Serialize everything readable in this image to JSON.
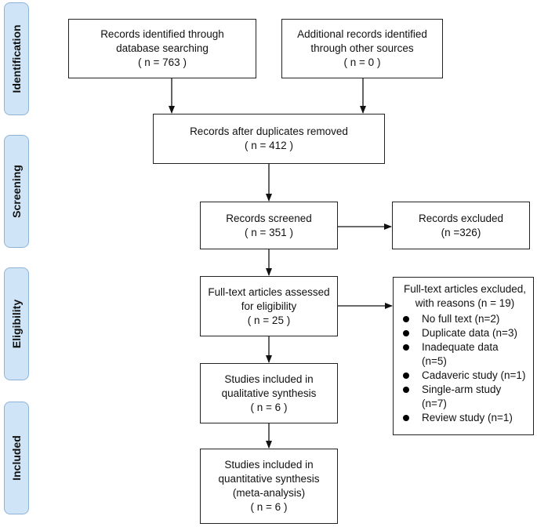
{
  "phases": {
    "identification": "Identification",
    "screening": "Screening",
    "eligibility": "Eligibility",
    "included": "Included"
  },
  "boxes": {
    "database": {
      "line1": "Records identified through",
      "line2": "database searching",
      "line3": "( n = 763  )"
    },
    "other": {
      "line1": "Additional records identified",
      "line2": "through other sources",
      "line3": "( n = 0  )"
    },
    "duplicates": {
      "line1": "Records after duplicates removed",
      "line2": "( n = 412  )"
    },
    "screened": {
      "line1": "Records screened",
      "line2": "( n = 351 )"
    },
    "excluded": {
      "line1": "Records excluded",
      "line2": "(n =326)"
    },
    "fulltext": {
      "line1": "Full-text articles assessed",
      "line2": "for eligibility",
      "line3": "( n = 25 )"
    },
    "qualitative": {
      "line1": "Studies included in",
      "line2": "qualitative synthesis",
      "line3": "( n = 6 )"
    },
    "quantitative": {
      "line1": "Studies included in",
      "line2": "quantitative synthesis",
      "line3": "(meta-analysis)",
      "line4": "( n = 6  )"
    },
    "fulltext_excluded": {
      "line1": "Full-text articles excluded,",
      "line2": "with reasons (n = 19)",
      "reasons": [
        {
          "a": "No full text (n=2)"
        },
        {
          "a": "Duplicate data (n=3)"
        },
        {
          "a": "Inadequate data",
          "b": "(n=5)"
        },
        {
          "a": "Cadaveric study (n=1)"
        },
        {
          "a": "Single-arm study",
          "b": "(n=7)"
        },
        {
          "a": "Review study (n=1)"
        }
      ]
    }
  }
}
